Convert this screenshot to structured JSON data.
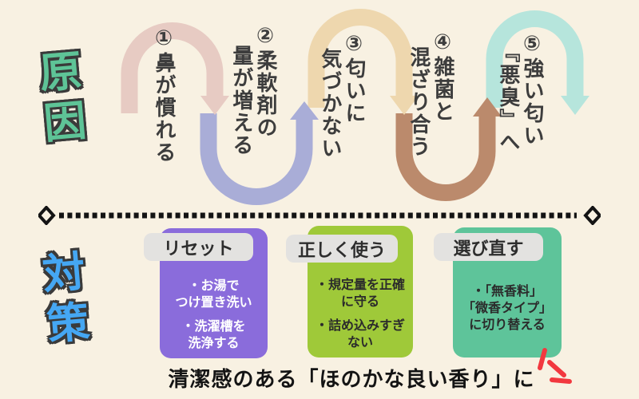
{
  "page": {
    "background_color": "#f8f1e2"
  },
  "cause_section": {
    "label": "原因",
    "label_color": "#5ec497",
    "items": [
      {
        "text": "①鼻が慣れる",
        "lines": [
          "①鼻が慣れる"
        ]
      },
      {
        "text": "②柔軟剤の量が増える",
        "lines": [
          "②柔軟剤の",
          "量が増える"
        ]
      },
      {
        "text": "③匂いに気づかない",
        "lines": [
          "③匂いに",
          "気づかない"
        ]
      },
      {
        "text": "④雑菌と混ざり合う",
        "lines": [
          "④雑菌と",
          "混ざり合う"
        ]
      },
      {
        "text": "⑤強い匂い『悪臭』へ",
        "lines": [
          "⑤強い匂い",
          "『悪臭』へ"
        ]
      }
    ],
    "arrows": [
      {
        "name": "arrow-1",
        "color": "#e7cbc3"
      },
      {
        "name": "arrow-2",
        "color": "#a9add7"
      },
      {
        "name": "arrow-3",
        "color": "#eed7ae"
      },
      {
        "name": "arrow-4",
        "color": "#bb8a6c"
      },
      {
        "name": "arrow-5",
        "color": "#b6e5dc"
      }
    ]
  },
  "measure_section": {
    "label": "対策",
    "label_color": "#45a7f3",
    "tag_background": "#e3e2e0",
    "tag_text_color": "#2d2d2d",
    "cards": [
      {
        "tag": "リセット",
        "color": "#8a6cdb",
        "text_color": "#ffffff",
        "bullets": [
          {
            "lines": [
              "・お湯で",
              "つけ置き洗い"
            ]
          },
          {
            "lines": [
              "・洗濯槽を",
              "洗浄する"
            ]
          }
        ]
      },
      {
        "tag": "正しく使う",
        "color": "#9fc939",
        "text_color": "#2b2b2b",
        "bullets": [
          {
            "lines": [
              "・規定量を正確",
              "に守る"
            ]
          },
          {
            "lines": [
              "・詰め込みすぎ",
              "ない"
            ]
          }
        ]
      },
      {
        "tag": "選び直す",
        "color": "#5ec49a",
        "text_color": "#2b2b2b",
        "bullets": [
          {
            "lines": [
              "・「無香料」",
              "「微香タイプ」",
              "に切り替える"
            ]
          }
        ]
      }
    ]
  },
  "divider": {
    "color": "#141414"
  },
  "footer": {
    "headline": "清潔感のある「ほのかな良い香り」に",
    "accent_color": "#f2383f"
  }
}
